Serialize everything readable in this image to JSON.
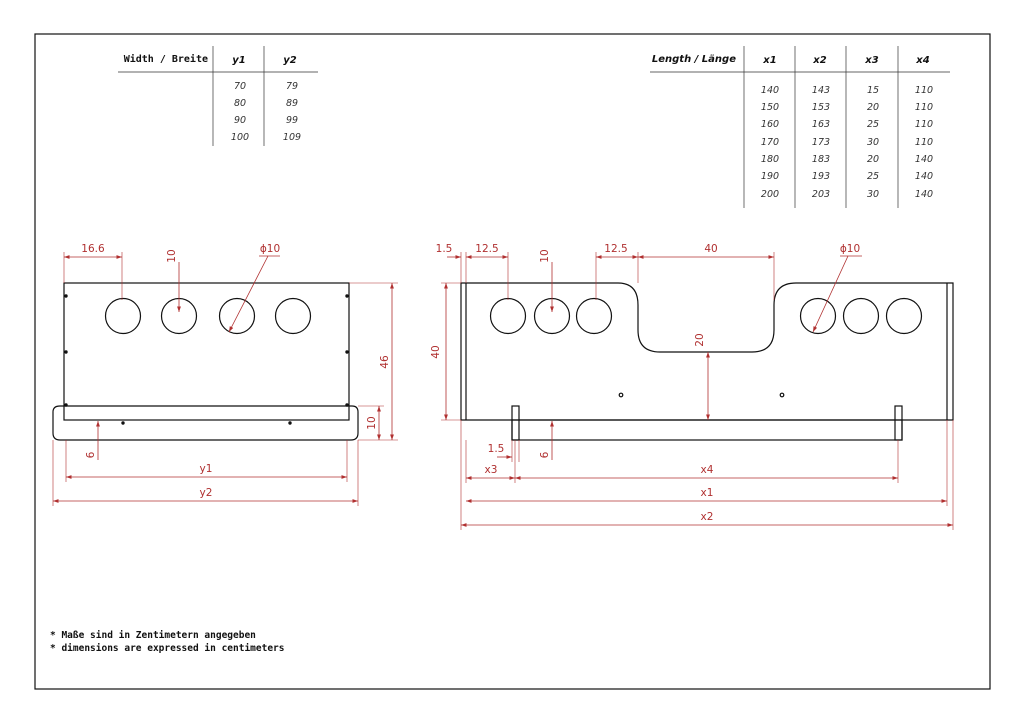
{
  "width_table": {
    "header": "Width / Breite",
    "col_y1": "y1",
    "col_y2": "y2",
    "rows": [
      {
        "y1": "70",
        "y2": "79"
      },
      {
        "y1": "80",
        "y2": "89"
      },
      {
        "y1": "90",
        "y2": "99"
      },
      {
        "y1": "100",
        "y2": "109"
      }
    ]
  },
  "length_table": {
    "header": "Length / Länge",
    "col_x1": "x1",
    "col_x2": "x2",
    "col_x3": "x3",
    "col_x4": "x4",
    "rows": [
      {
        "x1": "140",
        "x2": "143",
        "x3": "15",
        "x4": "110"
      },
      {
        "x1": "150",
        "x2": "153",
        "x3": "20",
        "x4": "110"
      },
      {
        "x1": "160",
        "x2": "163",
        "x3": "25",
        "x4": "110"
      },
      {
        "x1": "170",
        "x2": "173",
        "x3": "30",
        "x4": "110"
      },
      {
        "x1": "180",
        "x2": "183",
        "x3": "20",
        "x4": "140"
      },
      {
        "x1": "190",
        "x2": "193",
        "x3": "25",
        "x4": "140"
      },
      {
        "x1": "200",
        "x2": "203",
        "x3": "30",
        "x4": "140"
      }
    ]
  },
  "side_view": {
    "dim_offset": "16.6",
    "dim_hole_top": "10",
    "dim_diameter": "ϕ10",
    "dim_height": "46",
    "dim_base": "10",
    "dim_lip": "6",
    "dim_y1": "y1",
    "dim_y2": "y2"
  },
  "front_view": {
    "dim_edge": "1.5",
    "dim_left_gap": "12.5",
    "dim_hole_top": "10",
    "dim_right_gap": "12.5",
    "dim_cutout_width": "40",
    "dim_diameter": "ϕ10",
    "dim_height": "40",
    "dim_cutout_depth": "20",
    "dim_foot": "1.5",
    "dim_lip": "6",
    "dim_x3": "x3",
    "dim_x4": "x4",
    "dim_x1": "x1",
    "dim_x2": "x2"
  },
  "notes": {
    "line_de": "* Maße sind in Zentimetern angegeben",
    "line_en": "* dimensions are expressed in centimeters"
  },
  "colors": {
    "dimension": "#b03030",
    "outline": "#111111"
  }
}
